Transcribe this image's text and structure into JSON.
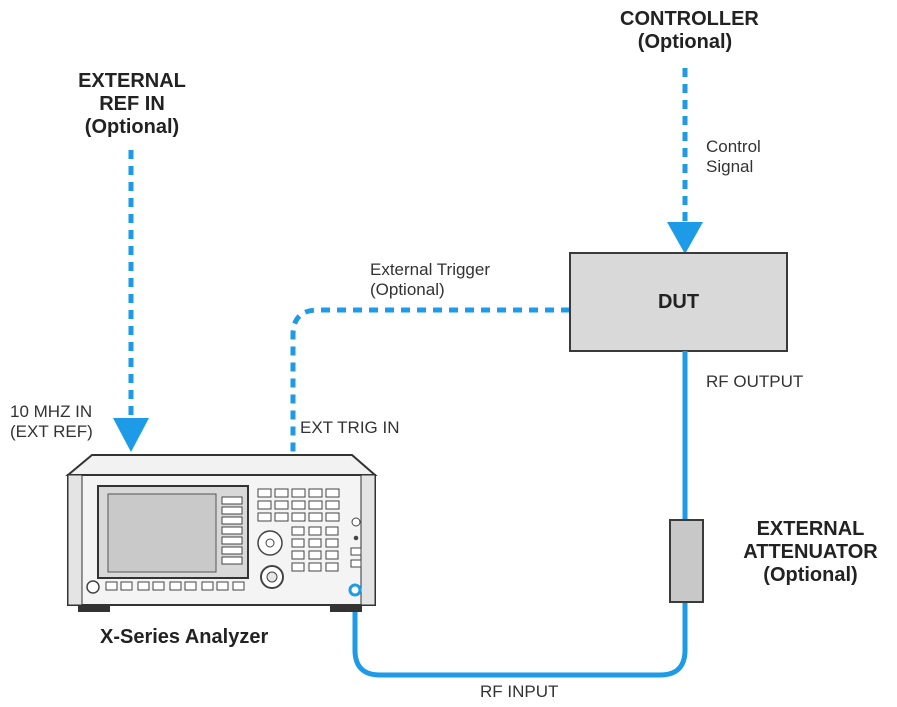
{
  "labels": {
    "controller": "CONTROLLER",
    "controller_optional": "(Optional)",
    "control_signal_line1": "Control",
    "control_signal_line2": "Signal",
    "ext_ref_line1": "EXTERNAL",
    "ext_ref_line2": "REF IN",
    "ext_ref_optional": "(Optional)",
    "external_trigger": "External Trigger",
    "external_trigger_optional": "(Optional)",
    "dut": "DUT",
    "rf_output": "RF OUTPUT",
    "mhz_in": "10 MHZ IN",
    "ext_ref_paren": "(EXT REF)",
    "ext_trig_in": "EXT TRIG IN",
    "ext_atten_line1": "EXTERNAL",
    "ext_atten_line2": "ATTENUATOR",
    "ext_atten_optional": "(Optional)",
    "analyzer": "X-Series Analyzer",
    "rf_input": "RF INPUT"
  },
  "colors": {
    "signal_blue": "#1e9be6",
    "box_fill": "#d9d9d9",
    "box_stroke": "#3a3a3a"
  }
}
